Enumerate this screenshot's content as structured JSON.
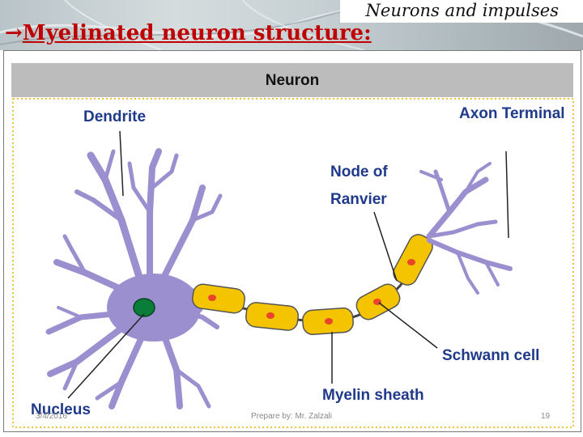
{
  "header": {
    "badge_text": "Neurons and impulses",
    "title_arrow": "→",
    "title_text": "Myelinated neuron structure:"
  },
  "diagram": {
    "title": "Neuron",
    "labels": {
      "dendrite": "Dendrite",
      "axon_terminal": "Axon Terminal",
      "node_line1": "Node of",
      "node_line2": "Ranvier",
      "schwann": "Schwann cell",
      "myelin": "Myelin sheath",
      "nucleus": "Nucleus"
    },
    "colors": {
      "cell_body": "#9c8fcf",
      "myelin": "#f5c400",
      "schwann_nucleus": "#e8452a",
      "nucleus": "#0b7d3a",
      "label_text": "#1f3a8a",
      "title_bar": "#bcbcbc",
      "border": "#f0c040"
    }
  },
  "footer": {
    "date": "3/4/2016",
    "author": "Prepare by:  Mr. Zalzali",
    "page": "19"
  }
}
